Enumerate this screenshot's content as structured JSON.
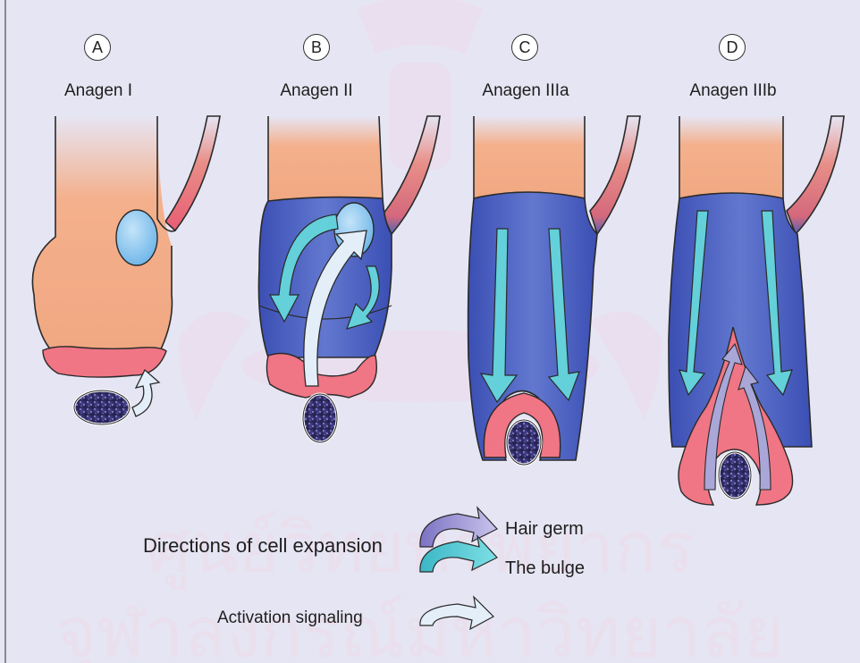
{
  "stages": [
    {
      "letter": "A",
      "title": "Anagen I"
    },
    {
      "letter": "B",
      "title": "Anagen II"
    },
    {
      "letter": "C",
      "title": "Anagen IIIa"
    },
    {
      "letter": "D",
      "title": "Anagen IIIb"
    }
  ],
  "legend": {
    "directions_label": "Directions of cell expansion",
    "hair_germ_label": "Hair germ",
    "bulge_label": "The bulge",
    "activation_label": "Activation signaling"
  },
  "colors": {
    "background": "#e6e5f3",
    "follicle_orange": "#f0aa84",
    "follicle_blue": "#3d52b4",
    "hair_germ_red": "#f07585",
    "bulge_blue": "#90c9ef",
    "papilla_dark": "#2f2c65",
    "hair_germ_arrow": "#a9a6d8",
    "bulge_arrow": "#63d0da",
    "activation_arrow": "#e3eef9",
    "watermark": "#f6cfe1"
  },
  "icons": [
    "hair-germ-arrow-icon",
    "bulge-arrow-icon",
    "activation-arrow-icon"
  ]
}
